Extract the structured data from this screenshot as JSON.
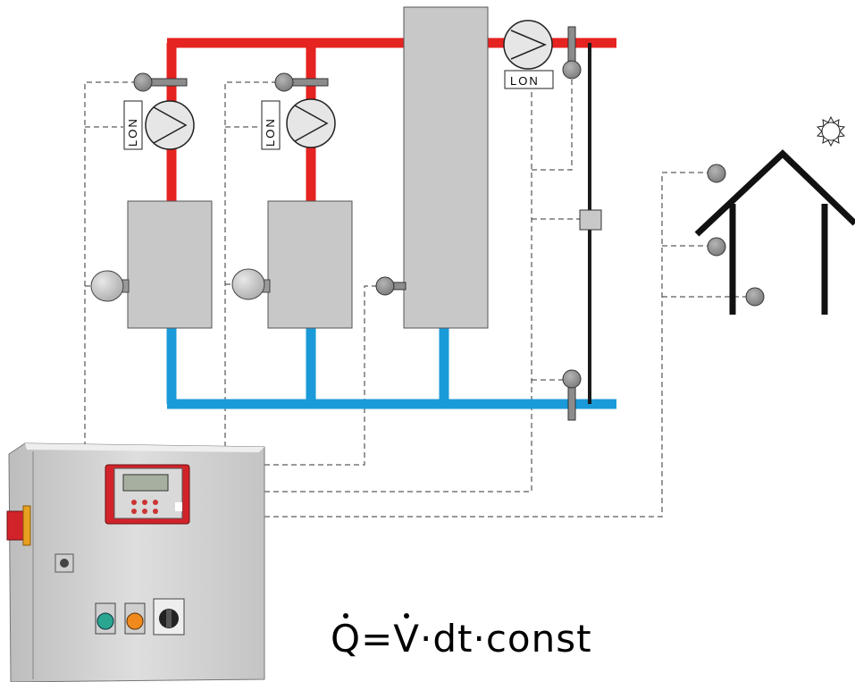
{
  "colors": {
    "flow_pipe": "#e52320",
    "return_pipe": "#1a9ad8",
    "unit_fill": "#c8c8c8",
    "sensor_fill": "#8c8c8c",
    "cabinet_fill": "#d9d9d9",
    "controller_red": "#d2232a"
  },
  "labels": {
    "pump1": "LON",
    "pump2": "LON",
    "pump3": "LON"
  },
  "formula": {
    "q": "Q",
    "eq": "=",
    "v": "V",
    "rest": "·dt·const"
  },
  "icons": [
    "sun-icon",
    "house-icon",
    "pump-icon",
    "sensor-icon",
    "control-cabinet-icon"
  ]
}
